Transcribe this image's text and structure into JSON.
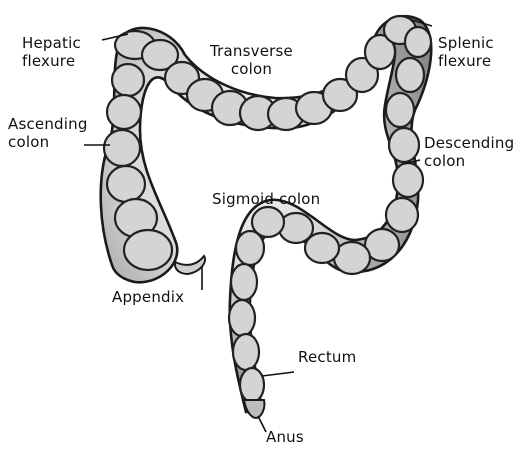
{
  "labels": {
    "hepatic_flexure": "Hepatic\nflexure",
    "transverse_colon": "Transverse\ncolon",
    "splenic_flexure": "Splenic\nflexure",
    "ascending_colon": "Ascending\ncolon",
    "descending_colon": "Descending\ncolon",
    "sigmoid_colon": "Sigmoid colon",
    "appendix": "Appendix",
    "rectum": "Rectum",
    "anus": "Anus"
  },
  "colors": {
    "ink": "#111111",
    "tissue": "#d4d4d4",
    "highlight": "#ffffff",
    "background": "#ffffff"
  }
}
